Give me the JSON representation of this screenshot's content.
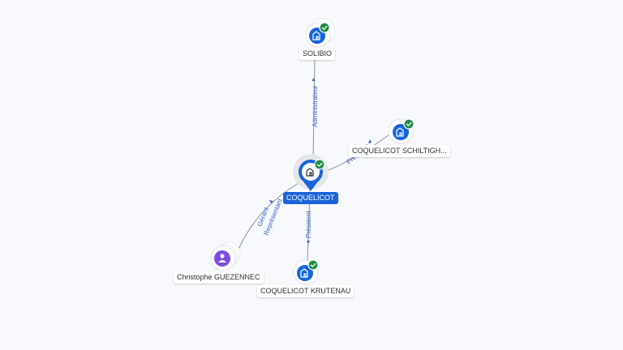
{
  "nodes": {
    "solibio": {
      "label": "SOLIBIO",
      "type": "company",
      "icon": "building-icon",
      "verified": true
    },
    "coquelicot": {
      "label": "COQUELICOT",
      "type": "company",
      "icon": "building-icon",
      "main": true,
      "verified": true
    },
    "schiltigheim": {
      "label": "COQUELICOT SCHILTIGH...",
      "type": "company",
      "icon": "building-icon",
      "verified": true
    },
    "krutenau": {
      "label": "COQUELICOT KRUTENAU",
      "type": "company",
      "icon": "building-icon",
      "verified": true
    },
    "guezennec": {
      "label": "Christophe GUEZENNEC",
      "type": "person",
      "icon": "person-icon"
    }
  },
  "edges": {
    "solibio_coquelicot": {
      "label": "Administrateur"
    },
    "coquelicot_schiltigheim": {
      "label": "Président"
    },
    "coquelicot_krutenau": {
      "label": "Président"
    },
    "guezennec_coquelicot": {
      "label_line1": "Gérant",
      "label_line2": "Représentant"
    }
  },
  "colors": {
    "company_node": "#1565e0",
    "person_node": "#7c4dde",
    "verified_badge": "#1e8c45",
    "edge_label": "#3d63c9",
    "main_label_bg": "#1a63d8",
    "background": "#f8f9fc"
  }
}
